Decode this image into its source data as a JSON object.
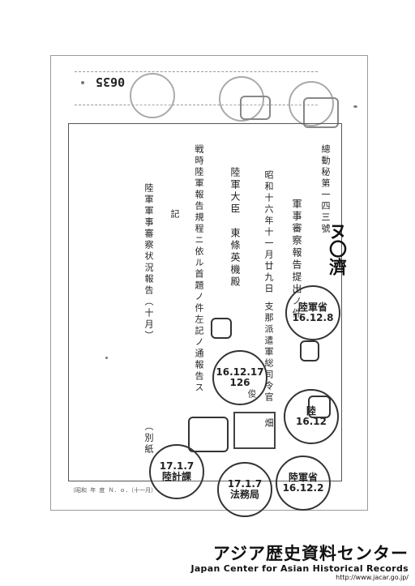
{
  "document": {
    "page_number": "0635",
    "doc_number": "總動秘第一四三號",
    "subject": "軍事審察報告提出ノ件",
    "date": "昭和十六年十一月廿九日",
    "sender": "支那派遣軍総司令官",
    "sender_suffix": "畑",
    "sender_name_end": "俊",
    "recipient": "陸軍大臣　東條英機殿",
    "body_line1": "戦時陸軍報告規程ニ依ル首題ノ件左記ノ通報告ス",
    "ki": "記",
    "item1": "陸軍軍事審察状況報告（十月）",
    "attachment": "（別紙",
    "handwritten_mark": "ヌ〇濟",
    "footer_text": "（昭和 年 度 Ｎ．ｏ．（十一月）"
  },
  "stamps": [
    {
      "text": "16.12.8",
      "sub": "陸軍省"
    },
    {
      "text": "16.12.17",
      "sub": "126"
    },
    {
      "text": "16.12",
      "sub": "陸"
    },
    {
      "text": "17.1.7",
      "sub": "陸計課"
    },
    {
      "text": "17.1.7",
      "sub": "法務局"
    },
    {
      "text": "16.12.2",
      "sub": "陸軍省"
    }
  ],
  "footer": {
    "org_jp": "アジア歴史資料センター",
    "org_en": "Japan Center for Asian Historical Records",
    "url": "http://www.jacar.go.jp/"
  }
}
